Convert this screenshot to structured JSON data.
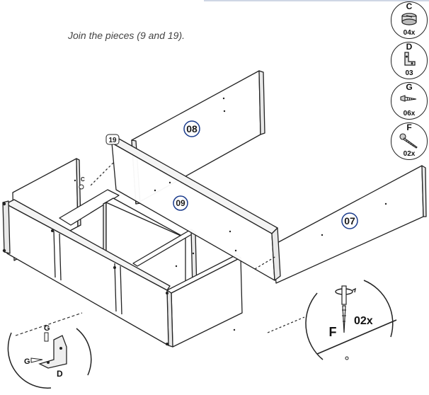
{
  "instruction": "Join the pieces (9 and 19).",
  "parts": [
    {
      "letter": "C",
      "qty": "04x",
      "icon": "cam-lock-icon"
    },
    {
      "letter": "D",
      "qty": "03",
      "icon": "angle-bracket-icon"
    },
    {
      "letter": "G",
      "qty": "06x",
      "icon": "short-screw-icon"
    },
    {
      "letter": "F",
      "qty": "02x",
      "icon": "long-screw-icon"
    }
  ],
  "labels": {
    "panel_08": "08",
    "panel_19": "19",
    "panel_09": "09",
    "panel_07": "07",
    "cam_c": "C"
  },
  "detail_right": {
    "letter": "F",
    "qty": "02x"
  },
  "detail_left": {
    "g_top": "G",
    "g_side": "G",
    "d": "D"
  }
}
